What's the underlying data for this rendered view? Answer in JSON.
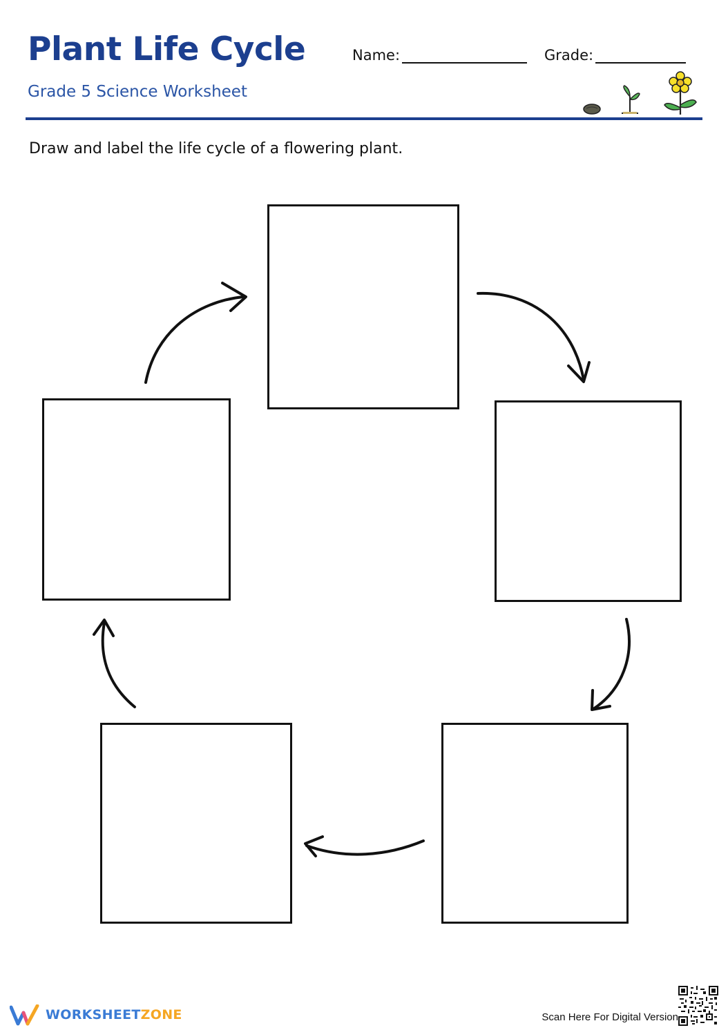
{
  "header": {
    "title": "Plant Life Cycle",
    "subtitle": "Grade 5 Science Worksheet",
    "name_label": "Name:",
    "grade_label": "Grade:"
  },
  "instructions": "Draw and label the life cycle of a flowering plant.",
  "cycle": {
    "box_count": 5,
    "arrow_count": 5
  },
  "footer": {
    "logo_part1": "WORKSHEET",
    "logo_part2": "ZONE",
    "scan_label": "Scan Here For Digital Version"
  },
  "colors": {
    "title": "#1c3f8f",
    "subtitle": "#2b55a6",
    "rule": "#1c3f8f",
    "logo_blue": "#3a7bd5",
    "logo_orange": "#f5a623",
    "plant_green": "#4caf50",
    "flower_yellow": "#f7e02a"
  },
  "icons": [
    "seed-icon",
    "sprout-icon",
    "flower-icon",
    "worksheetzone-logo-icon",
    "qr-code-icon"
  ]
}
